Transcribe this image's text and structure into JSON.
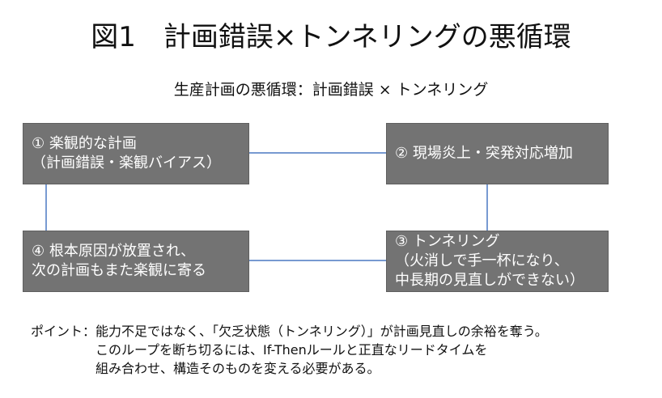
{
  "title": "図1　計画錯誤×トンネリングの悪循環",
  "subtitle": "生産計画の悪循環：計画錯誤 × トンネリング",
  "boxes": [
    {
      "lines": [
        "① 楽観的な計画",
        "（計画錯誤・楽観バイアス）"
      ]
    },
    {
      "lines": [
        "② 現場炎上・突発対応増加"
      ]
    },
    {
      "lines": [
        "③ トンネリング",
        "（火消しで手一杯になり、",
        "中長期の見直しができない）"
      ]
    },
    {
      "lines": [
        "④ 根本原因が放置され、",
        "次の計画もまた楽観に寄る"
      ]
    }
  ],
  "point": {
    "label": "ポイント：",
    "lines": [
      "能力不足ではなく、「欠乏状態（トンネリング）」が計画見直しの余裕を奪う。",
      "このループを断ち切るには、If-Thenルールと正直なリードタイムを",
      "組み合わせ、構造そのものを変える必要がある。"
    ]
  },
  "colors": {
    "box_fill": "#737373",
    "box_text": "#ffffff",
    "connector": "#4a78c2"
  }
}
